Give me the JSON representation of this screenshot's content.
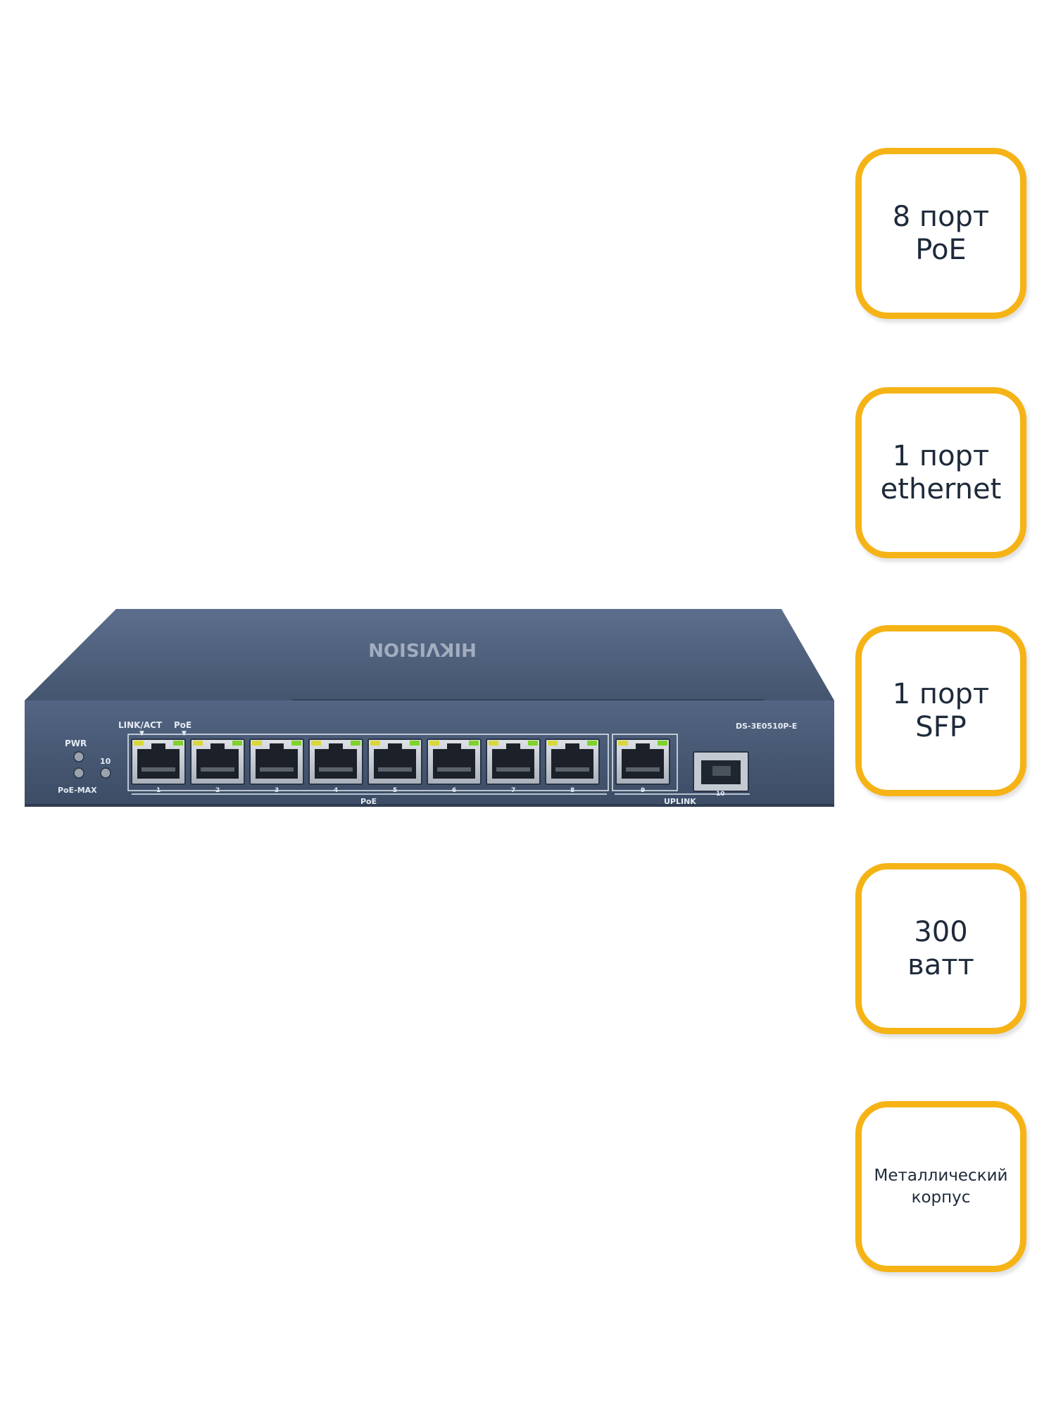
{
  "features": [
    {
      "text": "8 порт\nPoE"
    },
    {
      "text": "1 порт\nethernet"
    },
    {
      "text": "1 порт\nSFP"
    },
    {
      "text": "300\nватт"
    },
    {
      "text": "Металлический\nкорпус"
    }
  ],
  "switch": {
    "brand": "HIKVISION",
    "model": "DS-3E0510P-E",
    "labels": {
      "pwr": "PWR",
      "poe_max": "PoE-MAX",
      "ten": "10",
      "link_act": "LINK/ACT",
      "poe_top": "PoE",
      "poe_group": "PoE",
      "uplink": "UPLINK"
    },
    "port_numbers": [
      "1",
      "2",
      "3",
      "4",
      "5",
      "6",
      "7",
      "8",
      "9",
      "10"
    ]
  },
  "colors": {
    "badge_border": "#f5b316",
    "chassis": "#4d5f7c",
    "led_green": "#7fd32a",
    "led_yellow": "#d9d73a"
  }
}
